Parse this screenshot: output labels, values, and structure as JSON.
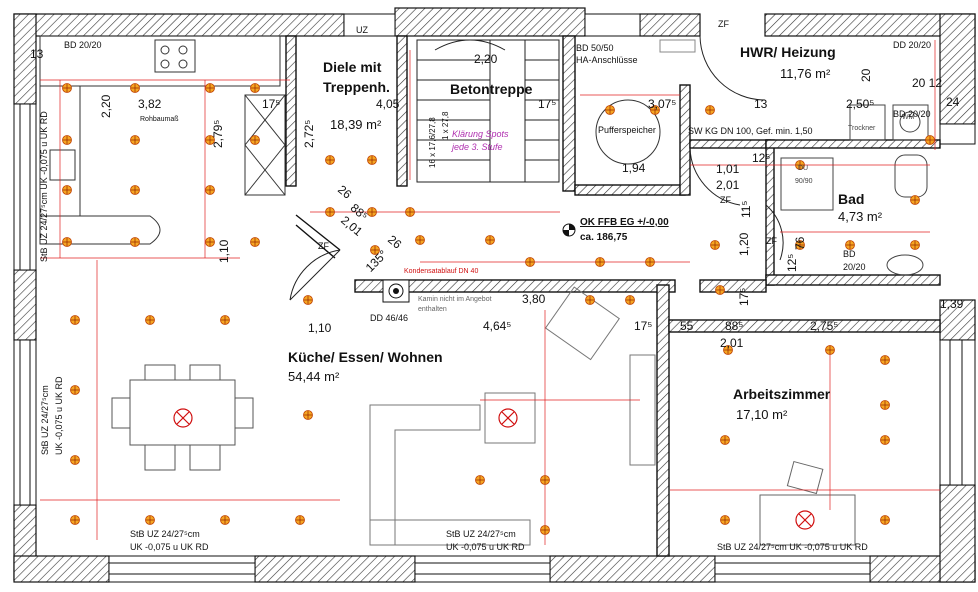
{
  "rooms": {
    "kuche": {
      "name": "Küche/ Essen/ Wohnen",
      "area": "54,44 m²"
    },
    "diele": {
      "name_line1": "Diele mit",
      "name_line2": "Treppenh.",
      "area": "18,39 m²"
    },
    "hwr": {
      "name": "HWR/ Heizung",
      "area": "11,76 m²"
    },
    "bad": {
      "name": "Bad",
      "area": "4,73 m²"
    },
    "arbeit": {
      "name": "Arbeitszimmer",
      "area": "17,10 m²"
    },
    "betontreppe": {
      "name": "Betontreppe"
    }
  },
  "level": {
    "label": "OK FFB EG +/-0,00",
    "value": "ca. 186,75"
  },
  "notes": {
    "spots_line1": "Klärung Spots",
    "spots_line2": "jede 3. Stufe",
    "kamin_line1": "Kamin nicht im Angebot",
    "kamin_line2": "enthalten",
    "rohbau": "Rohbaumaß",
    "kondensat": "Kondensatablauf DN 40",
    "pufferspeicher": "Pufferspeicher",
    "trockner": "Trockner",
    "wm": "WM",
    "dusche": "DU",
    "dusche_size": "90/90",
    "sw_kg": "SW KG DN 100, Gef. min. 1,50",
    "ha": "HA-Anschlüsse"
  },
  "labels": {
    "bd_top_left": "BD 20/20",
    "bd_hwr": "BD 50/50",
    "bd_top_right": "DD 20/20",
    "bd_bad_top": "BD 20/20",
    "bd_bad": "BD",
    "bd_bad2": "20/20",
    "dd_kamin": "DD 46/46",
    "uz": "UZ",
    "zf_hwr": "ZF",
    "zf_diele": "ZF",
    "zf_bad1": "ZF",
    "zf_bad2": "ZF",
    "stair_numbers": "16 x 17,6/27,8",
    "stair_numbers2": "1 x 27,8",
    "lintel_bottom_left_1": "StB UZ 24/27⁵cm",
    "lintel_bottom_left_2": "UK -0,075 u UK RD",
    "lintel_bottom_mid_1": "StB UZ 24/27⁵cm",
    "lintel_bottom_mid_2": "UK -0,075 u UK RD",
    "lintel_bottom_right": "StB UZ 24/27⁵cm UK -0,075 u UK RD",
    "lintel_left_upper": "StB UZ 24/27⁵cm UK -0,075 u UK RD",
    "lintel_left_mid1": "StB UZ 24/27⁵cm",
    "lintel_left_mid2": "UK -0,075 u UK RD"
  },
  "dimensions": {
    "d_2_20_a": "2,20",
    "d_3_82": "3,82",
    "d_17_5_a": "17⁵",
    "d_2_79": "2,79⁵",
    "d_2_72": "2,72⁵",
    "d_4_05": "4,05",
    "d_2_20_b": "2,20",
    "d_17_5_b": "17⁵",
    "d_3_07": "3,07⁵",
    "d_13": "13",
    "d_2_50": "2,50⁵",
    "d_1_94": "1,94",
    "d_1_01": "1,01",
    "d_2_01_a": "2,01",
    "d_12_5": "12⁵",
    "d_11_5": "11⁵",
    "d_1_20": "1,20",
    "d_76": "76",
    "d_26_a": "26",
    "d_88_5_a": "88⁵",
    "d_2_01_b": "2,01",
    "d_26_b": "26",
    "d_135": "135°",
    "d_1_10_a": "1,10",
    "d_1_10_b": "1,10",
    "d_3_80": "3,80",
    "d_4_64": "4,64⁵",
    "d_17_5_c": "17⁵",
    "d_55": "55",
    "d_88_5_b": "88⁵",
    "d_2_01_c": "2,01",
    "d_2_75": "2,75⁵",
    "d_1_39": "1,39",
    "d_17_5_d": "17⁵",
    "d_12_5_b": "12⁵",
    "d_2_24": "24",
    "d_20_12": "20 12",
    "d_20_a": "20",
    "d_13_a": "13"
  }
}
